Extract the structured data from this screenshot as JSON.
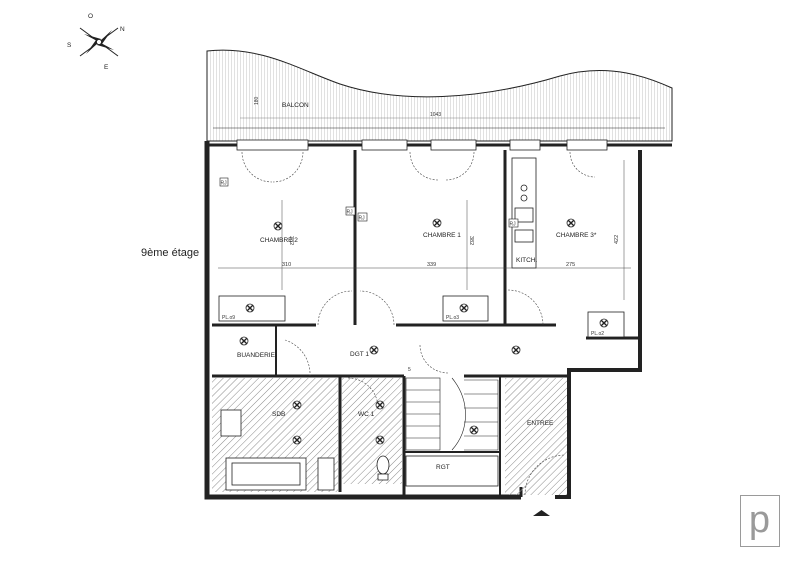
{
  "floor_label": "9ème étage",
  "compass": {
    "north": "N",
    "south": "S",
    "east": "E",
    "west": "O"
  },
  "rooms": {
    "balcon": "BALCON",
    "chambre2": "CHAMBRE 2",
    "chambre1": "CHAMBRE 1",
    "chambre3": "CHAMBRE 3*",
    "kitchen": "KITCH.",
    "buanderie": "BUANDERIE",
    "dgt": "DGT 1",
    "sdb": "SDB",
    "wc": "WC 1",
    "rgt": "RGT",
    "entree": "ENTREE"
  },
  "dimensions": {
    "chambre2_width": "310",
    "chambre1_width": "339",
    "chambre3_width": "275",
    "chambre2_height": "382",
    "chambre1_height": "382",
    "chambre3_height": "422",
    "balcon_depth": "180",
    "balcon_width": "1043"
  },
  "closets": {
    "c1": "PL.o9",
    "c2": "PL.o3",
    "c3": "PL.o2"
  },
  "socket_label": "RJ",
  "stair_step": "5",
  "logo_letter": "p",
  "colors": {
    "line": "#222222",
    "hatch": "#8a8a8a",
    "logo": "#9a9a9a"
  }
}
